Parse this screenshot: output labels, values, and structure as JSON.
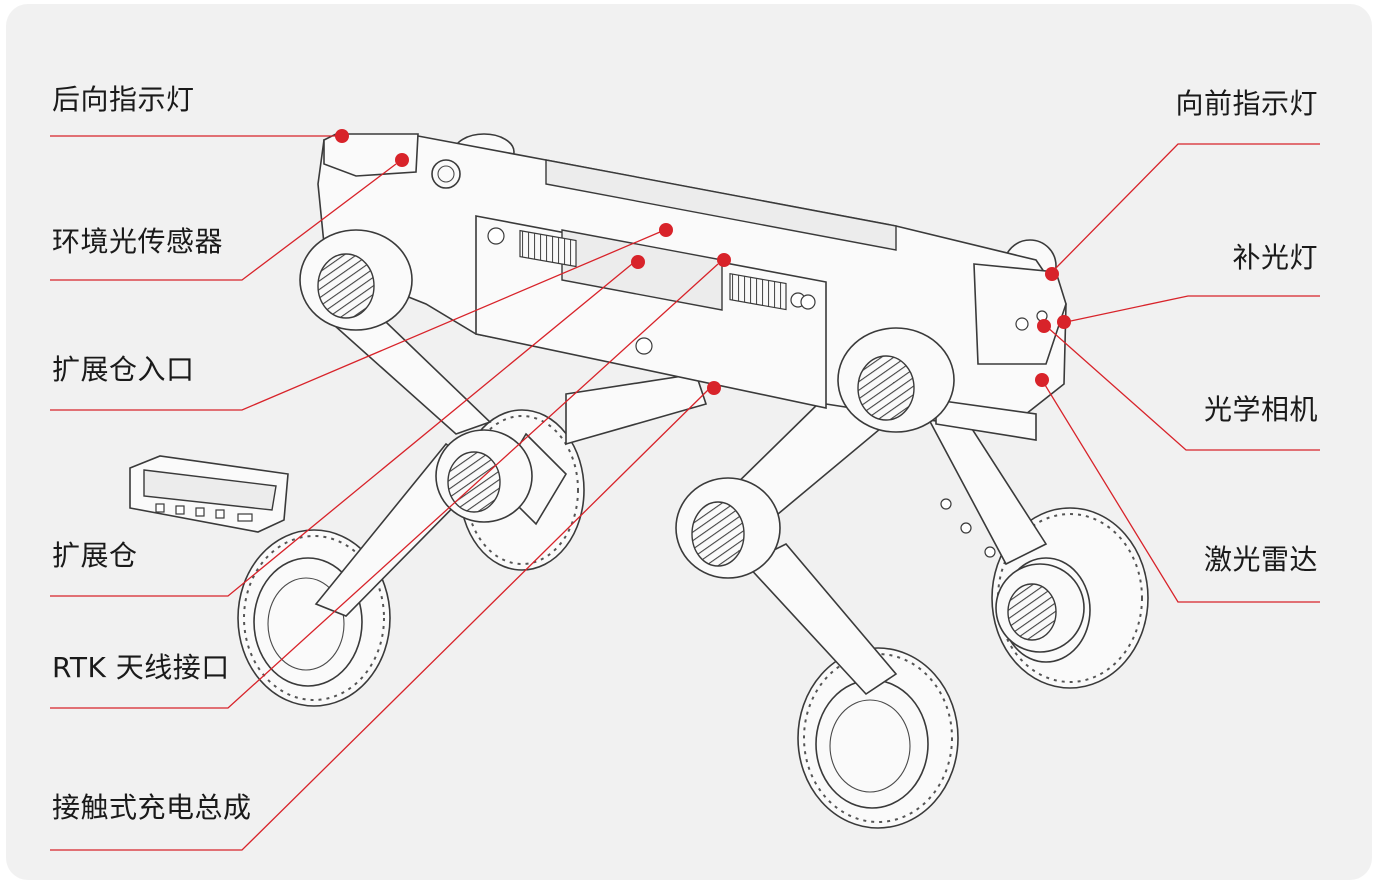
{
  "accent_color": "#d8232a",
  "text_color": "#1a1a1a",
  "callouts_left": [
    {
      "id": "rear-indicator",
      "text": "后向指示灯"
    },
    {
      "id": "ambient-light-sensor",
      "text": "环境光传感器"
    },
    {
      "id": "expansion-bay-entry",
      "text": "扩展仓入口"
    },
    {
      "id": "expansion-bay",
      "text": "扩展仓"
    },
    {
      "id": "rtk-antenna-port",
      "text": "RTK 天线接口"
    },
    {
      "id": "contact-charging-assembly",
      "text": "接触式充电总成"
    }
  ],
  "callouts_right": [
    {
      "id": "front-indicator",
      "text": "向前指示灯"
    },
    {
      "id": "fill-light",
      "text": "补光灯"
    },
    {
      "id": "optical-camera",
      "text": "光学相机"
    },
    {
      "id": "lidar",
      "text": "激光雷达"
    }
  ]
}
